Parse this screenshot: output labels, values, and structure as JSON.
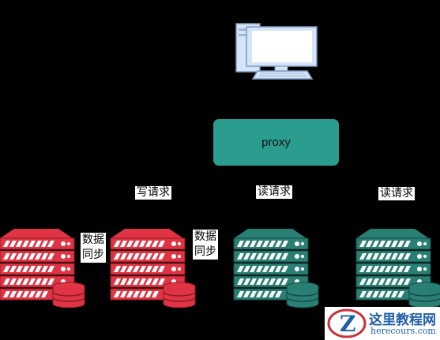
{
  "proxy": {
    "label": "proxy"
  },
  "edges": {
    "write_label": "写请求",
    "read_label_1": "读请求",
    "read_label_2": "读请求"
  },
  "sync": {
    "label_1": [
      "数据",
      "同步"
    ],
    "label_2": [
      "数据",
      "同步"
    ]
  },
  "watermark": {
    "title": "这里教程网",
    "url": "herecours.com",
    "logo_letter": "Z"
  },
  "colors": {
    "background": "#000000",
    "proxy_fill": "#2a9d8f",
    "master_red": "#e03444",
    "slave_teal": "#2a7f74",
    "computer_blue": "#d6e4f7"
  }
}
